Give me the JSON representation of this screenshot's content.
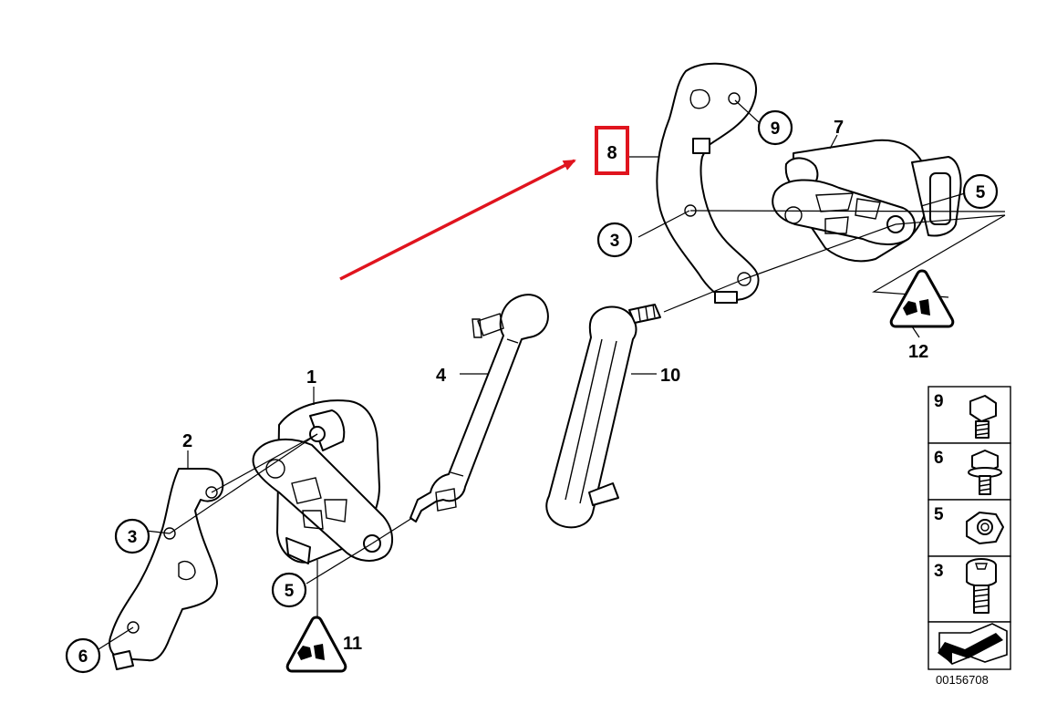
{
  "callouts": {
    "p1": "1",
    "p2": "2",
    "p3_left": "3",
    "p3_right": "3",
    "p4": "4",
    "p5_left": "5",
    "p5_right": "5",
    "p6": "6",
    "p7": "7",
    "p8": "8",
    "p9": "9",
    "p10": "10",
    "p11": "11",
    "p12": "12"
  },
  "legend": {
    "items": [
      "9",
      "6",
      "5",
      "3"
    ]
  },
  "diagram_id": "00156708",
  "colors": {
    "highlight": "#e0141e",
    "arrow": "#e0141e",
    "line": "#000000"
  }
}
